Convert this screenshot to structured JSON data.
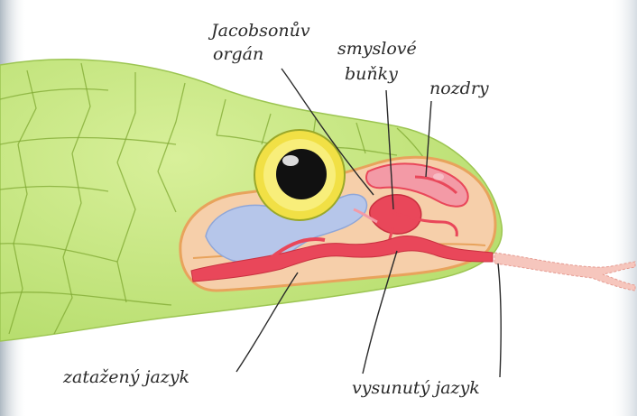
{
  "labels": {
    "jacobson_line1": "Jacobsonův",
    "jacobson_line2": "orgán",
    "sensory_line1": "smyslové",
    "sensory_line2": "buňky",
    "nostrils": "nozdry",
    "retracted_tongue": "zatažený jazyk",
    "extended_tongue": "vysunutý jazyk"
  },
  "colors": {
    "frame_left": "#b9c3cc",
    "frame_right": "#d8dfe5",
    "skin": "#c8e884",
    "skin_dark": "#a8d05a",
    "scale_lines": "#7fa832",
    "cavity": "#f6cfaa",
    "cavity_border": "#e8a35c",
    "organ_red": "#e9475a",
    "organ_pink": "#f39aa6",
    "jacobson_organ_blue": "#b6c6ea",
    "eye_ring": "#f1e045",
    "pupil": "#111111",
    "tongue_tip": "#f6c6bd"
  }
}
